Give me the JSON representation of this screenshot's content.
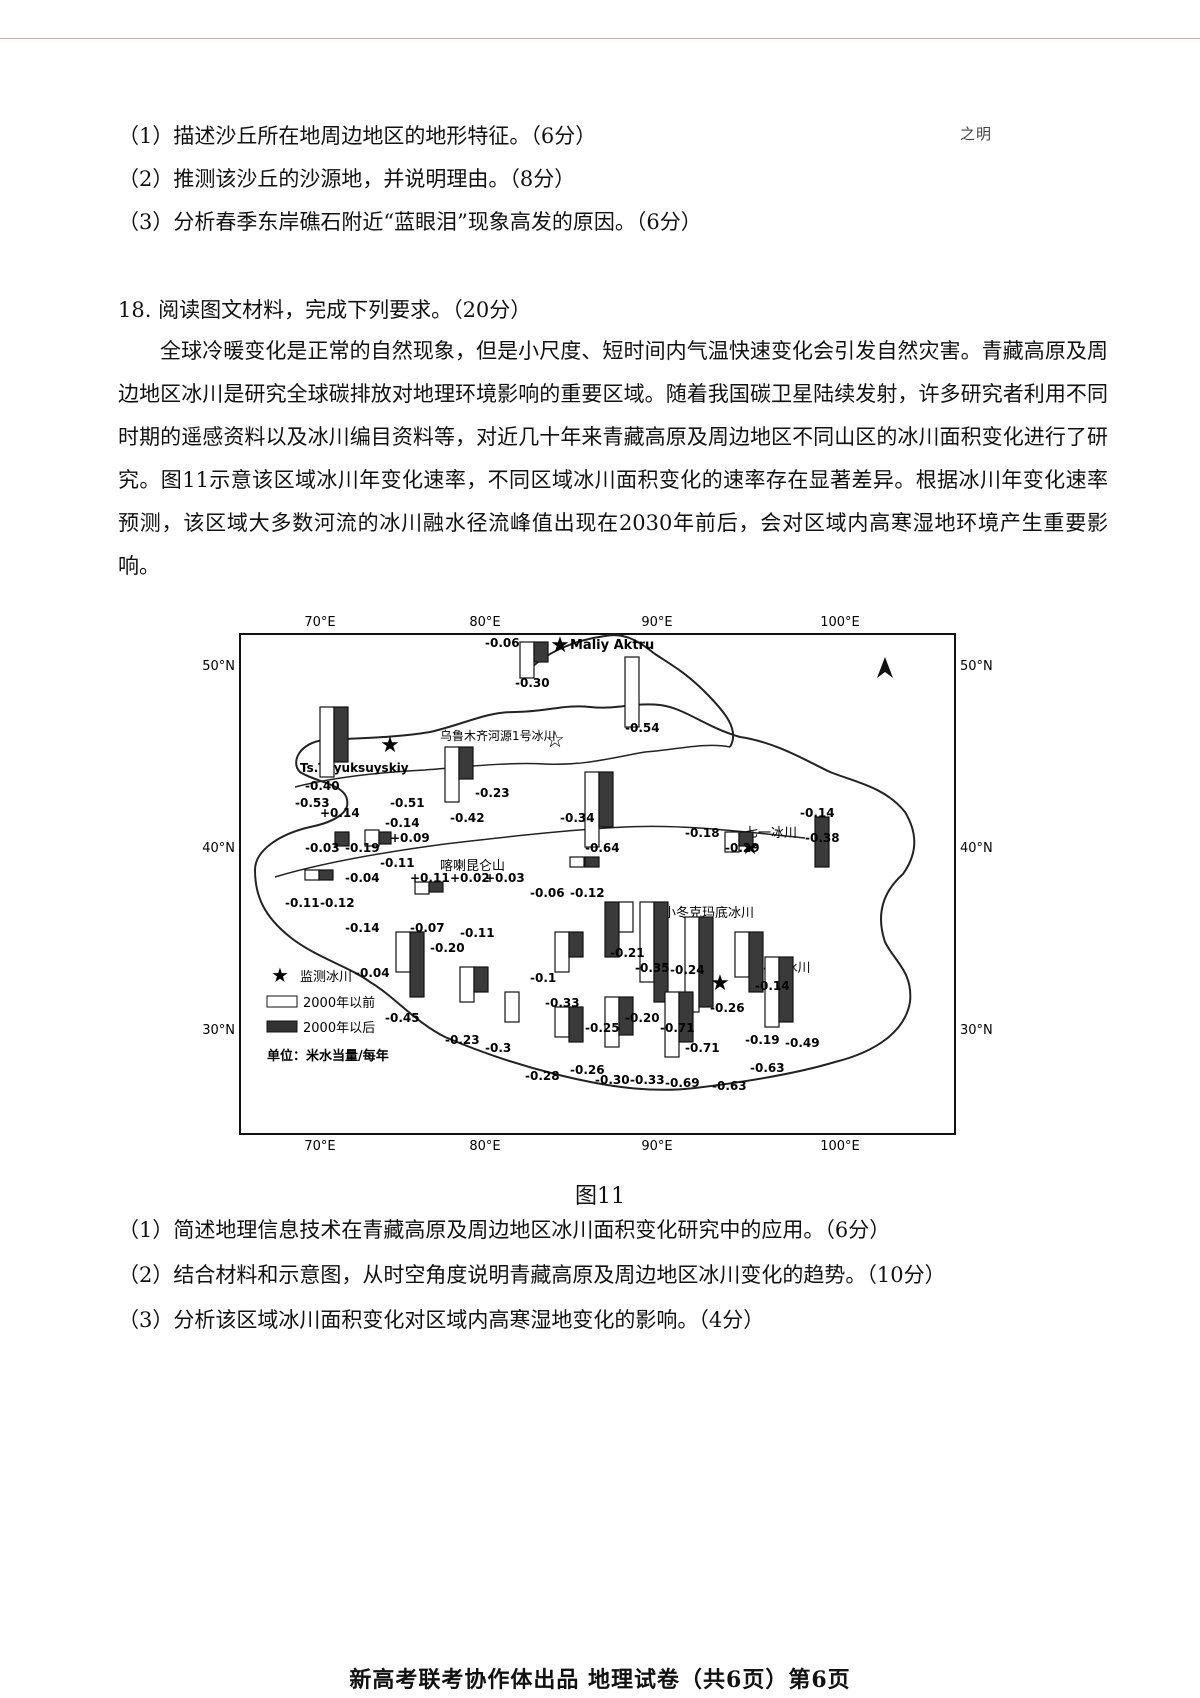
{
  "top_questions": [
    "（1）描述沙丘所在地周边地区的地形特征。（6分）",
    "（2）推测该沙丘的沙源地，并说明理由。（8分）",
    "（3）分析春季东岸礁石附近“蓝眼泪”现象高发的原因。（6分）"
  ],
  "corner_mark": "之明",
  "q18": {
    "heading": "18. 阅读图文材料，完成下列要求。（20分）",
    "paragraph": "全球冷暖变化是正常的自然现象，但是小尺度、短时间内气温快速变化会引发自然灾害。青藏高原及周边地区冰川是研究全球碳排放对地理环境影响的重要区域。随着我国碳卫星陆续发射，许多研究者利用不同时期的遥感资料以及冰川编目资料等，对近几十年来青藏高原及周边地区不同山区的冰川面积变化进行了研究。图11示意该区域冰川年变化速率，不同区域冰川面积变化的速率存在显著差异。根据冰川年变化速率预测，该区域大多数河流的冰川融水径流峰值出现在2030年前后，会对区域内高寒湿地环境产生重要影响。"
  },
  "figure": {
    "caption": "图11",
    "lon_top": [
      "70°E",
      "80°E",
      "90°E",
      "100°E"
    ],
    "lon_bottom": [
      "70°E",
      "80°E",
      "90°E",
      "100°E"
    ],
    "lat_left": [
      "50°N",
      "40°N",
      "30°N"
    ],
    "lat_right": [
      "50°N",
      "40°N",
      "30°N"
    ],
    "place_names": {
      "maliy": "Maliy Aktru",
      "urumqi": "乌鲁木齐河源1号冰川",
      "tuyuk": "Ts.Tuyuksuyskiy",
      "qiyi": "七一冰川",
      "kunlun": "喀喇昆仑山",
      "xiaodong": "小冬克玛底冰川",
      "glacier94": "94号冰川"
    },
    "legend": {
      "monitor": "监测冰川",
      "before": "2000年以前",
      "after": "2000年以后",
      "unit": "单位：米水当量/每年"
    },
    "values": [
      "-0.06",
      "-0.30",
      "-0.54",
      "-0.53",
      "-0.40",
      "-0.51",
      "-0.42",
      "-0.23",
      "-0.34",
      "-0.64",
      "-0.14",
      "-0.38",
      "-0.18",
      "-0.29",
      "+0.14",
      "-0.14",
      "-0.03",
      "-0.19",
      "+0.09",
      "-0.04",
      "-0.11",
      "+0.11",
      "+0.02",
      "+0.03",
      "-0.11",
      "-0.12",
      "-0.14",
      "-0.07",
      "-0.20",
      "-0.11",
      "-0.06",
      "-0.12",
      "-0.04",
      "-0.45",
      "-0.1",
      "-0.33",
      "-0.21",
      "-0.35",
      "-0.24",
      "-0.14",
      "-0.23",
      "-0.3",
      "-0.25",
      "-0.20",
      "-0.71",
      "-0.71",
      "-0.26",
      "-0.19",
      "-0.49",
      "-0.28",
      "-0.26",
      "-0.30",
      "-0.33",
      "-0.69",
      "-0.63",
      "-0.63"
    ]
  },
  "sub_questions": [
    "（1）简述地理信息技术在青藏高原及周边地区冰川面积变化研究中的应用。（6分）",
    "（2）结合材料和示意图，从时空角度说明青藏高原及周边地区冰川变化的趋势。（10分）",
    "（3）分析该区域冰川面积变化对区域内高寒湿地变化的影响。（4分）"
  ],
  "footer": "新高考联考协作体出品    地理试卷（共6页）第6页"
}
